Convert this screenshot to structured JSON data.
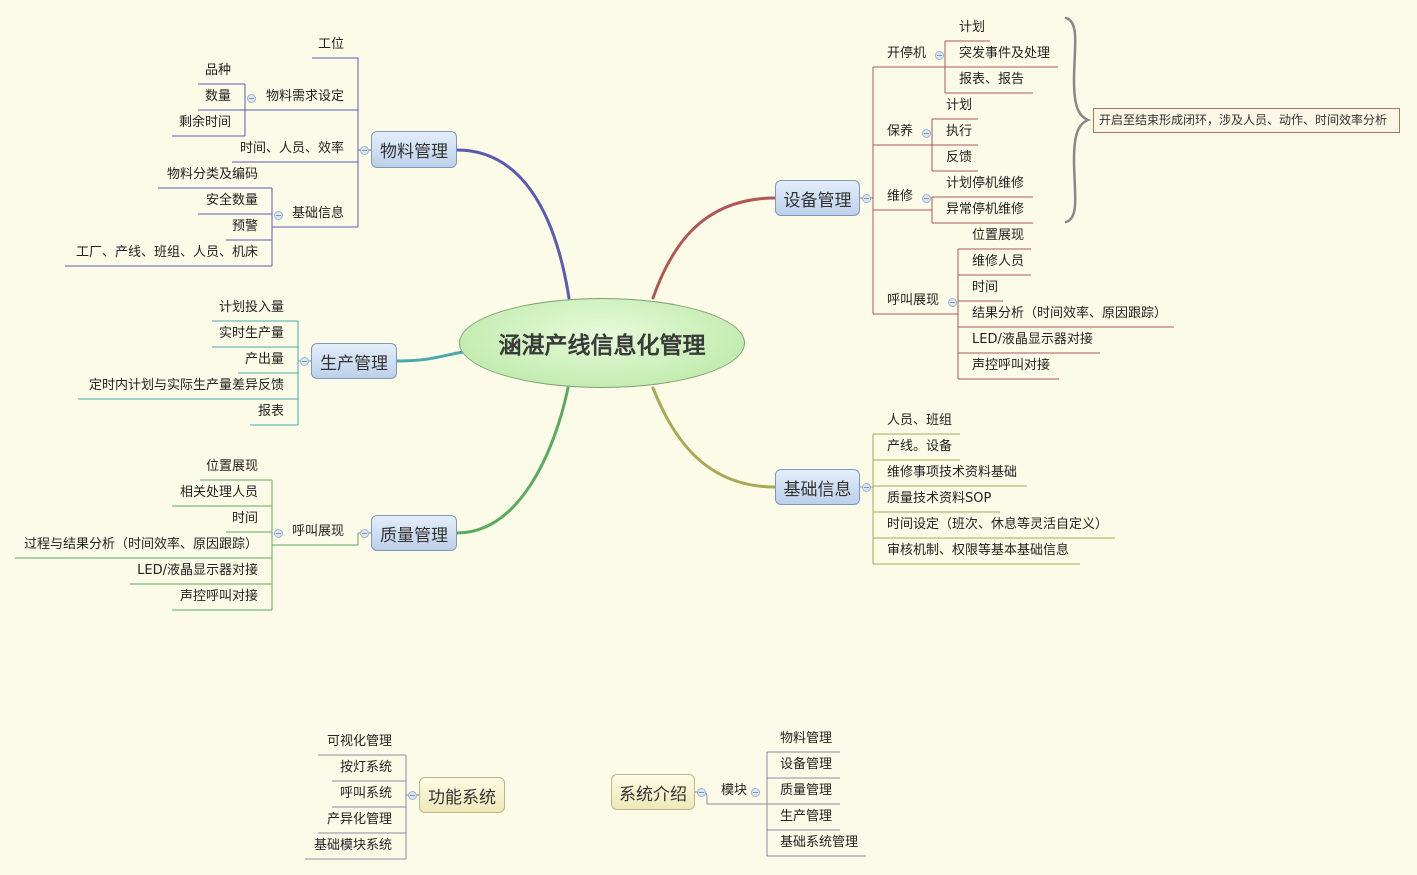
{
  "title": "涵湛产线信息化管理",
  "material": {
    "label": "物料管理",
    "children": [
      {
        "label": "工位"
      },
      {
        "label": "物料需求设定",
        "children": [
          "品种",
          "数量",
          "剩余时间"
        ]
      },
      {
        "label": "时间、人员、效率"
      },
      {
        "label": "基础信息",
        "children": [
          "物料分类及编码",
          "安全数量",
          "预警",
          "工厂、产线、班组、人员、机床"
        ]
      }
    ]
  },
  "production": {
    "label": "生产管理",
    "children": [
      "计划投入量",
      "实时生产量",
      "产出量",
      "定时内计划与实际生产量差异反馈",
      "报表"
    ]
  },
  "quality": {
    "label": "质量管理",
    "children": [
      {
        "label": "呼叫展现",
        "children": [
          "位置展现",
          "相关处理人员",
          "时间",
          "过程与结果分析（时间效率、原因跟踪）",
          "LED/液晶显示器对接",
          "声控呼叫对接"
        ]
      }
    ]
  },
  "equipment": {
    "label": "设备管理",
    "children": [
      {
        "label": "开停机",
        "children": [
          "计划",
          "突发事件及处理",
          "报表、报告"
        ]
      },
      {
        "label": "保养",
        "children": [
          "计划",
          "执行",
          "反馈"
        ]
      },
      {
        "label": "维修",
        "children": [
          "计划停机维修",
          "异常停机维修"
        ]
      },
      {
        "label": "呼叫展现",
        "children": [
          "位置展现",
          "维修人员",
          "时间",
          "结果分析（时间效率、原因跟踪）",
          "LED/液晶显示器对接",
          "声控呼叫对接"
        ]
      }
    ],
    "callout": "开启至结束形成闭环，涉及人员、动作、时间效率分析"
  },
  "basic": {
    "label": "基础信息",
    "children": [
      "人员、班组",
      "产线。设备",
      "维修事项技术资料基础",
      "质量技术资料SOP",
      "时间设定（班次、休息等灵活自定义）",
      "审核机制、权限等基本基础信息"
    ]
  },
  "functions": {
    "label": "功能系统",
    "children": [
      "可视化管理",
      "按灯系统",
      "呼叫系统",
      "产异化管理",
      "基础模块系统"
    ]
  },
  "intro": {
    "label": "系统介绍",
    "children": [
      {
        "label": "模块",
        "children": [
          "物料管理",
          "设备管理",
          "质量管理",
          "生产管理",
          "基础系统管理"
        ]
      }
    ]
  },
  "colors": {
    "material": "#5b5bb3",
    "equipment": "#b05656",
    "production": "#4aa9aa",
    "quality": "#5aab5e",
    "basic": "#a9a955",
    "floating": "#8a8aa6"
  }
}
